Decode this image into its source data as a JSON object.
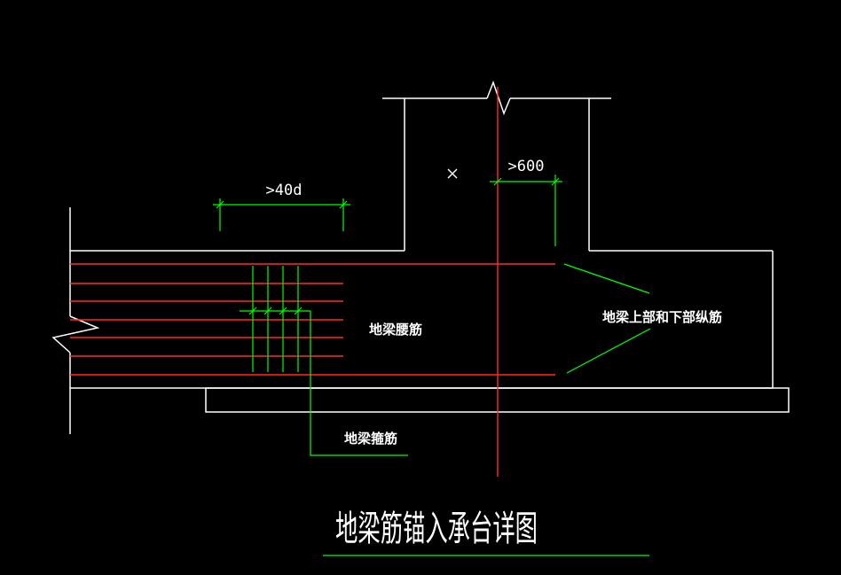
{
  "drawing": {
    "title": "地梁筋锚入承台详图",
    "dimensions": {
      "anchor_length": ">40d",
      "offset": ">600"
    },
    "labels": {
      "waist_bars": "地梁腰筋",
      "longitudinal_bars": "地梁上部和下部纵筋",
      "stirrups": "地梁箍筋"
    },
    "colors": {
      "background": "#000000",
      "outline": "#ffffff",
      "rebar": "#ff2a2a",
      "leader": "#00ff00"
    }
  }
}
